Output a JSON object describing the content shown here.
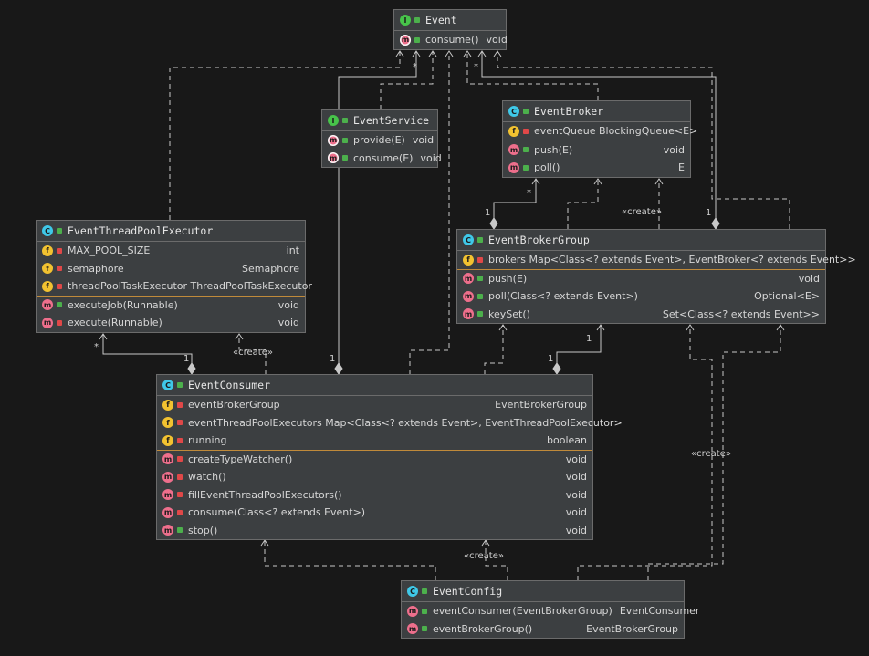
{
  "colors": {
    "background": "#181818",
    "box": "#3c3f41",
    "border": "#6b6b6b",
    "edge": "#c8c8c8",
    "separator": "#c08a3a",
    "class_icon": "#3fc8e8",
    "interface_icon": "#47c44a",
    "field_icon": "#f2c230",
    "method_icon": "#ee6f8c",
    "public": "#4cb04c",
    "private": "#e04848"
  },
  "nodes": {
    "event": {
      "icon": "i",
      "title": "Event",
      "methods": [
        {
          "icon": "m",
          "abstract": true,
          "vis": "pub",
          "name": "consume()",
          "type": "void"
        }
      ]
    },
    "service": {
      "icon": "i",
      "title": "EventService",
      "methods": [
        {
          "icon": "m",
          "abstract": true,
          "vis": "pub",
          "name": "provide(E)",
          "type": "void"
        },
        {
          "icon": "m",
          "abstract": true,
          "vis": "pub",
          "name": "consume(E)",
          "type": "void"
        }
      ]
    },
    "broker": {
      "icon": "c",
      "title": "EventBroker",
      "fields": [
        {
          "icon": "f",
          "final": true,
          "vis": "priv",
          "name": "eventQueue  BlockingQueue<E>",
          "type": ""
        }
      ],
      "methods": [
        {
          "icon": "m",
          "vis": "pub",
          "name": "push(E)",
          "type": "void"
        },
        {
          "icon": "m",
          "vis": "pub",
          "name": "poll()",
          "type": "E"
        }
      ]
    },
    "executor": {
      "icon": "c",
      "title": "EventThreadPoolExecutor",
      "fields": [
        {
          "icon": "f",
          "final": true,
          "vis": "priv",
          "name": "MAX_POOL_SIZE",
          "type": "int"
        },
        {
          "icon": "f",
          "vis": "priv",
          "name": "semaphore",
          "type": "Semaphore"
        },
        {
          "icon": "f",
          "final": true,
          "vis": "priv",
          "name": "threadPoolTaskExecutor  ThreadPoolTaskExecutor",
          "type": ""
        }
      ],
      "methods": [
        {
          "icon": "m",
          "vis": "pub",
          "name": "executeJob(Runnable)",
          "type": "void"
        },
        {
          "icon": "m",
          "vis": "priv",
          "name": "execute(Runnable)",
          "type": "void"
        }
      ]
    },
    "group": {
      "icon": "c",
      "title": "EventBrokerGroup",
      "fields": [
        {
          "icon": "f",
          "final": true,
          "vis": "priv",
          "name": "brokers  Map<Class<? extends Event>, EventBroker<? extends Event>>",
          "type": ""
        }
      ],
      "methods": [
        {
          "icon": "m",
          "vis": "pub",
          "name": "push(E)",
          "type": "void"
        },
        {
          "icon": "m",
          "vis": "pub",
          "name": "poll(Class<? extends Event>)",
          "type": "Optional<E>"
        },
        {
          "icon": "m",
          "vis": "pub",
          "name": "keySet()",
          "type": "Set<Class<? extends Event>>"
        }
      ]
    },
    "consumer": {
      "icon": "c",
      "title": "EventConsumer",
      "fields": [
        {
          "icon": "f",
          "final": true,
          "vis": "priv",
          "name": "eventBrokerGroup",
          "type": "EventBrokerGroup"
        },
        {
          "icon": "f",
          "final": true,
          "vis": "priv",
          "name": "eventThreadPoolExecutors  Map<Class<? extends Event>, EventThreadPoolExecutor>",
          "type": ""
        },
        {
          "icon": "f",
          "vis": "priv",
          "name": "running",
          "type": "boolean"
        }
      ],
      "methods": [
        {
          "icon": "m",
          "vis": "priv",
          "name": "createTypeWatcher()",
          "type": "void"
        },
        {
          "icon": "m",
          "vis": "priv",
          "name": "watch()",
          "type": "void"
        },
        {
          "icon": "m",
          "vis": "priv",
          "name": "fillEventThreadPoolExecutors()",
          "type": "void"
        },
        {
          "icon": "m",
          "vis": "priv",
          "name": "consume(Class<? extends Event>)",
          "type": "void"
        },
        {
          "icon": "m",
          "vis": "pub",
          "name": "stop()",
          "type": "void"
        }
      ]
    },
    "config": {
      "icon": "c",
      "title": "EventConfig",
      "methods": [
        {
          "icon": "m",
          "vis": "pub",
          "name": "eventConsumer(EventBrokerGroup)",
          "type": "EventConsumer"
        },
        {
          "icon": "m",
          "vis": "pub",
          "name": "eventBrokerGroup()",
          "type": "EventBrokerGroup"
        }
      ]
    }
  },
  "edge_labels": [
    "*",
    "*",
    "*",
    "1",
    "*",
    "1",
    "1",
    "1",
    "1",
    "1",
    "«create»",
    "«create»",
    "«create»",
    "«create»"
  ]
}
